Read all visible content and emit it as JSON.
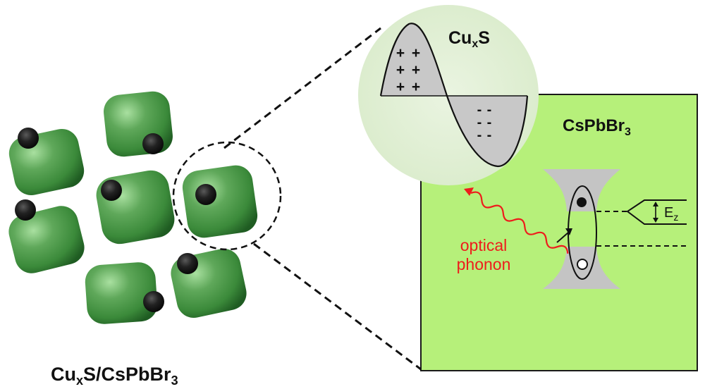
{
  "labels": {
    "composite": {
      "base": "Cu",
      "sub1": "x",
      "mid": "S/CsPbBr",
      "sub2": "3"
    },
    "cuxs": {
      "base": "Cu",
      "sub": "x",
      "tail": "S"
    },
    "cspbbr3": {
      "base": "CsPbBr",
      "sub": "3"
    },
    "phonon_line1": "optical",
    "phonon_line2": "phonon",
    "energy": {
      "base": "E",
      "sub": "z"
    }
  },
  "charges": {
    "positive": "+",
    "negative": "-"
  },
  "colors": {
    "cube_green": "#3f8f3f",
    "cube_highlight": "#8fd08a",
    "cube_shadow": "#1f5c22",
    "dot_black": "#1a1a1a",
    "zoom_circle_fill": "#e3efd9",
    "panel_fill": "#b6f07a",
    "panel_border": "#1a1a1a",
    "band_gray": "#c8c8c8",
    "phonon_red": "#ee1c1c",
    "text_black": "#111111"
  }
}
